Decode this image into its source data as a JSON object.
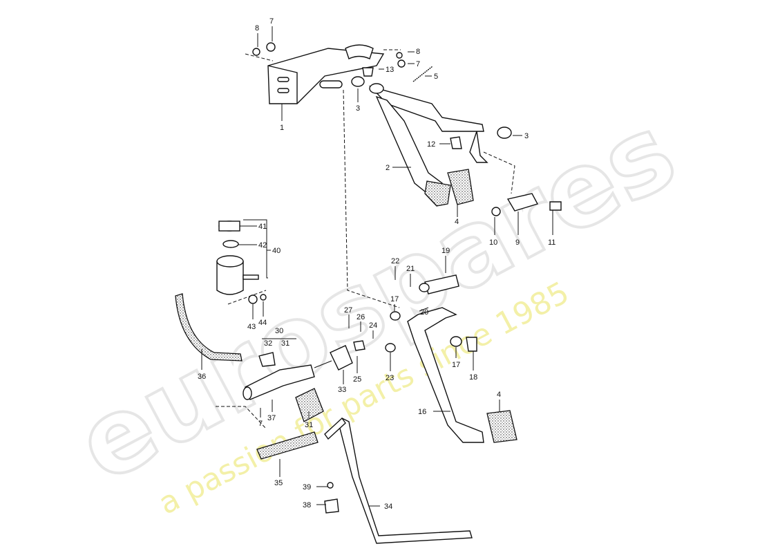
{
  "watermark": {
    "brand": "eurospares",
    "tagline": "a passion for parts since 1985",
    "brand_color": "#e6e6e6",
    "tagline_color": "#f3f0a8"
  },
  "callouts": {
    "c1": "1",
    "c2": "2",
    "c3a": "3",
    "c3b": "3",
    "c4a": "4",
    "c4b": "4",
    "c5": "5",
    "c7a": "7",
    "c7b": "7",
    "c7c": "7",
    "c8a": "8",
    "c8b": "8",
    "c9": "9",
    "c10": "10",
    "c11": "11",
    "c12": "12",
    "c13": "13",
    "c16": "16",
    "c17a": "17",
    "c17b": "17",
    "c18": "18",
    "c19": "19",
    "c20": "20",
    "c21": "21",
    "c22": "22",
    "c23": "23",
    "c24": "24",
    "c25": "25",
    "c26": "26",
    "c27": "27",
    "c30": "30",
    "c31a": "31",
    "c31b": "31",
    "c32": "32",
    "c33": "33",
    "c34": "34",
    "c35": "35",
    "c36": "36",
    "c37": "37",
    "c38": "38",
    "c39": "39",
    "c40": "40",
    "c41": "41",
    "c42": "42",
    "c43": "43",
    "c44": "44"
  }
}
